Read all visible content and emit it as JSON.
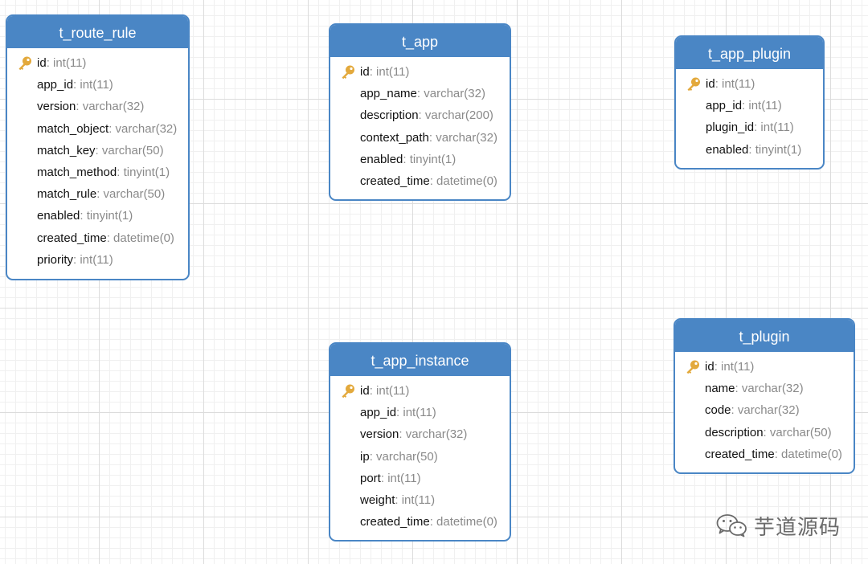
{
  "colors": {
    "header": "#4a86c5",
    "key": "#e3a93c",
    "grid": "#dcdcdc"
  },
  "tables": [
    {
      "name": "t_route_rule",
      "fields": [
        {
          "name": "id",
          "type": ": int(11)",
          "primary_key": true,
          "icon": "key-icon"
        },
        {
          "name": "app_id",
          "type": ": int(11)"
        },
        {
          "name": "version",
          "type": ": varchar(32)"
        },
        {
          "name": "match_object",
          "type": ": varchar(32)"
        },
        {
          "name": "match_key",
          "type": ": varchar(50)"
        },
        {
          "name": "match_method",
          "type": ": tinyint(1)"
        },
        {
          "name": "match_rule",
          "type": ": varchar(50)"
        },
        {
          "name": "enabled",
          "type": ": tinyint(1)"
        },
        {
          "name": "created_time",
          "type": ": datetime(0)"
        },
        {
          "name": "priority",
          "type": ": int(11)"
        }
      ]
    },
    {
      "name": "t_app",
      "fields": [
        {
          "name": "id",
          "type": ": int(11)",
          "primary_key": true,
          "icon": "key-icon"
        },
        {
          "name": "app_name",
          "type": ": varchar(32)"
        },
        {
          "name": "description",
          "type": ": varchar(200)"
        },
        {
          "name": "context_path",
          "type": ": varchar(32)"
        },
        {
          "name": "enabled",
          "type": ": tinyint(1)"
        },
        {
          "name": "created_time",
          "type": ": datetime(0)"
        }
      ]
    },
    {
      "name": "t_app_plugin",
      "fields": [
        {
          "name": "id",
          "type": ": int(11)",
          "primary_key": true,
          "icon": "key-icon"
        },
        {
          "name": "app_id",
          "type": ": int(11)"
        },
        {
          "name": "plugin_id",
          "type": ": int(11)"
        },
        {
          "name": "enabled",
          "type": ": tinyint(1)"
        }
      ]
    },
    {
      "name": "t_app_instance",
      "fields": [
        {
          "name": "id",
          "type": ": int(11)",
          "primary_key": true,
          "icon": "key-icon"
        },
        {
          "name": "app_id",
          "type": ": int(11)"
        },
        {
          "name": "version",
          "type": ": varchar(32)"
        },
        {
          "name": "ip",
          "type": ": varchar(50)"
        },
        {
          "name": "port",
          "type": ": int(11)"
        },
        {
          "name": "weight",
          "type": ": int(11)"
        },
        {
          "name": "created_time",
          "type": ": datetime(0)"
        }
      ]
    },
    {
      "name": "t_plugin",
      "fields": [
        {
          "name": "id",
          "type": ": int(11)",
          "primary_key": true,
          "icon": "key-icon"
        },
        {
          "name": "name",
          "type": ": varchar(32)"
        },
        {
          "name": "code",
          "type": ": varchar(32)"
        },
        {
          "name": "description",
          "type": ": varchar(50)"
        },
        {
          "name": "created_time",
          "type": ": datetime(0)"
        }
      ]
    }
  ],
  "watermark": {
    "text": "芋道源码",
    "icon": "wechat-icon"
  }
}
